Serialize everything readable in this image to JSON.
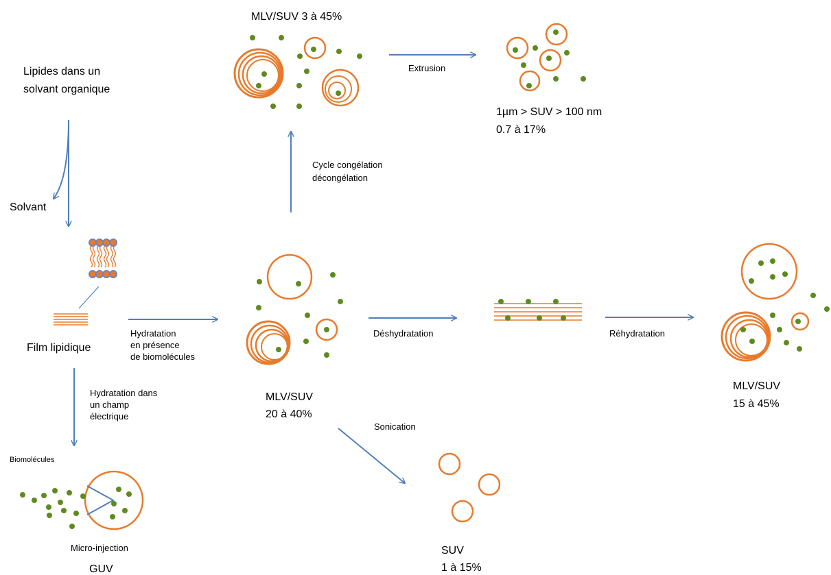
{
  "labels": {
    "lipids_line1": "Lipides dans un",
    "lipids_line2": "solvant organique",
    "solvent": "Solvant",
    "film": "Film lipidique",
    "hydration_bio_line1": "Hydratation",
    "hydration_bio_line2": "en présence",
    "hydration_bio_line3": "de biomolécules",
    "hydration_field_line1": "Hydratation dans",
    "hydration_field_line2": "un champ",
    "hydration_field_line3": "électrique",
    "biomolecules": "Biomolécules",
    "microinjection": "Micro-injection",
    "guv": "GUV",
    "mlv_top": "MLV/SUV  3 à 45%",
    "extrusion": "Extrusion",
    "extruded_line1": "1µm > SUV > 100 nm",
    "extruded_line2": "0.7 à 17%",
    "freeze_line1": "Cycle congélation",
    "freeze_line2": "décongélation",
    "mlv_center_line1": "MLV/SUV",
    "mlv_center_line2": "20 à 40%",
    "dehydration": "Déshydratation",
    "rehydration": "Réhydratation",
    "mlv_right_line1": "MLV/SUV",
    "mlv_right_line2": "15 à 45%",
    "sonication": "Sonication",
    "suv_line1": "SUV",
    "suv_line2": "1 à 15%"
  },
  "colors": {
    "vesicle": "#E97A2B",
    "biomolecule": "#5E8A1E",
    "arrow": "#4F7EBB",
    "lipid_head": "#6E86B8"
  }
}
